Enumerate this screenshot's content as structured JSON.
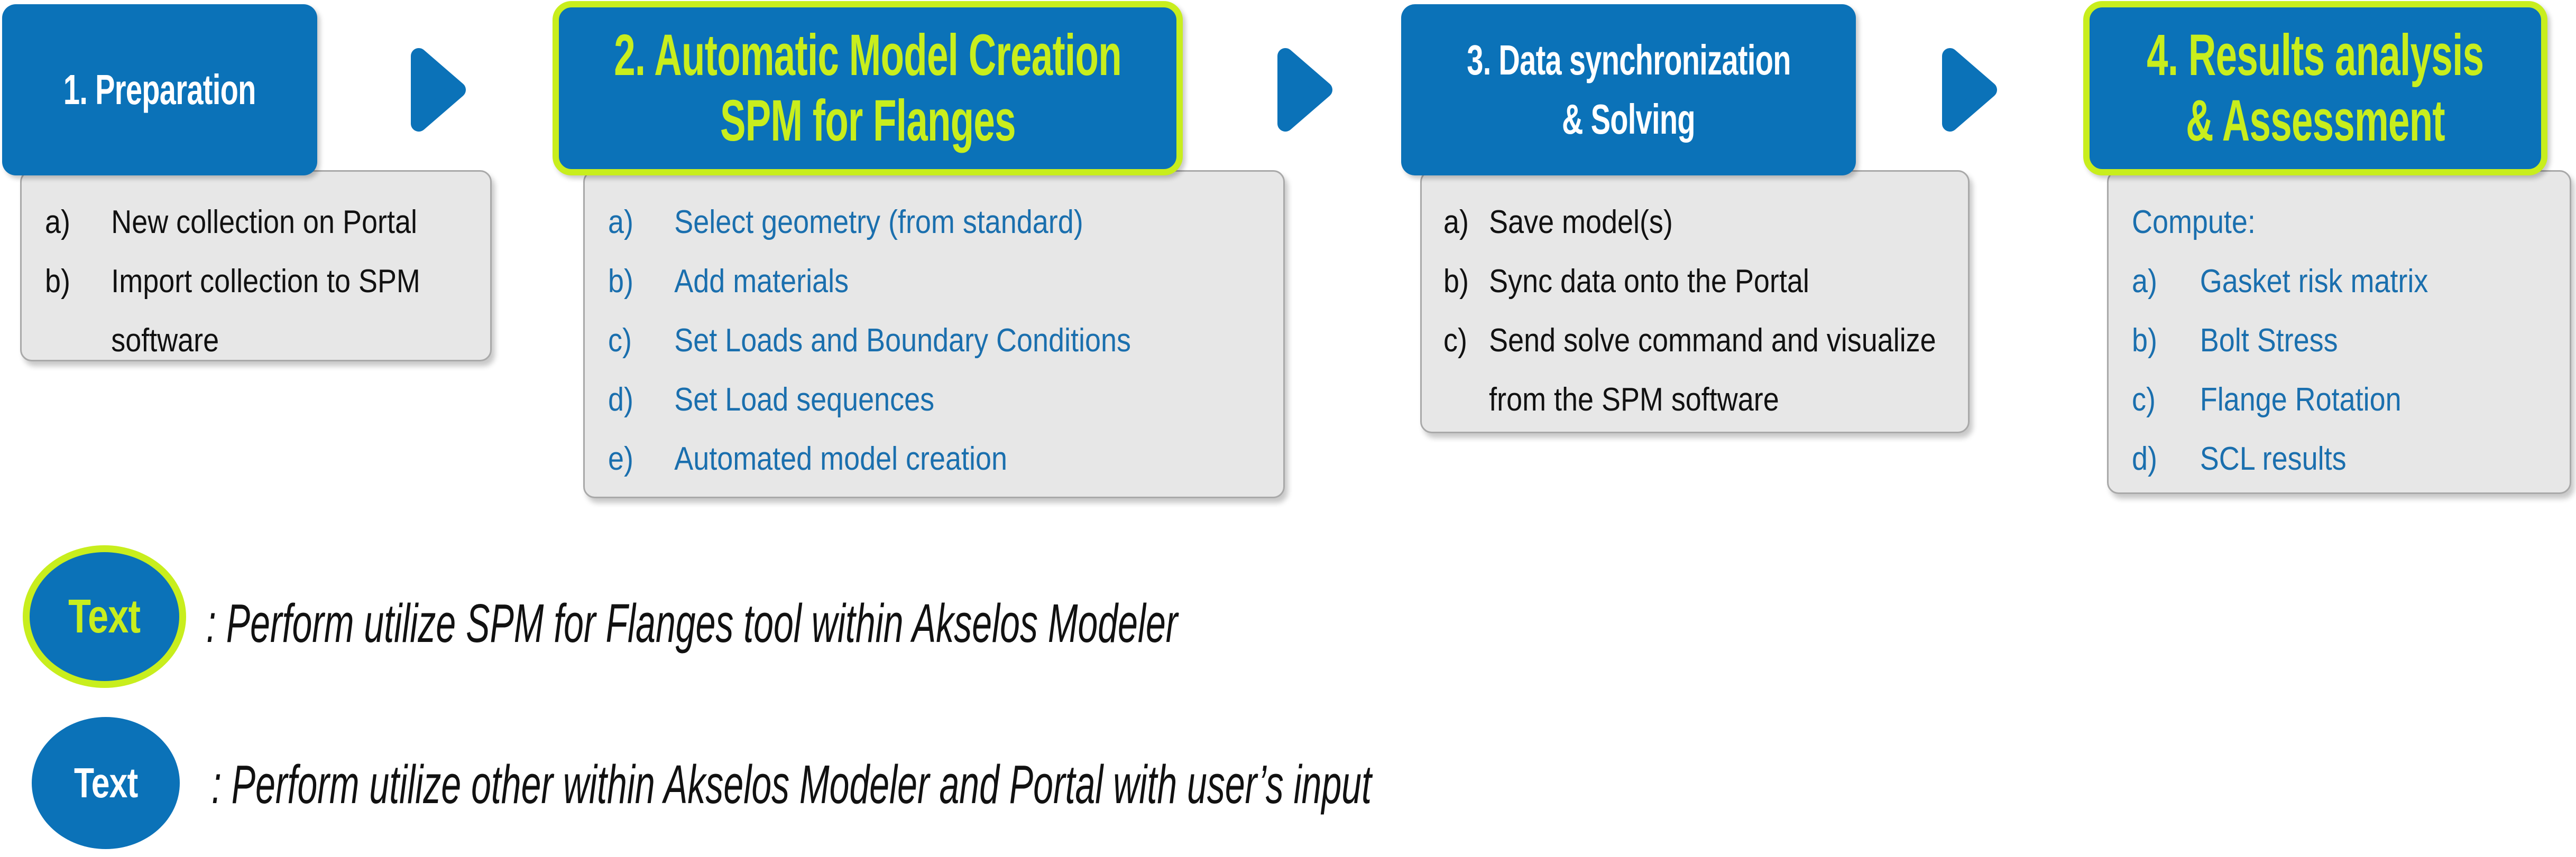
{
  "colors": {
    "blue": "#0b72b8",
    "chartreuse": "#c8ee1d",
    "panel_gray": "#e7e7e7",
    "panel_border": "#a9a9a9",
    "list_blue": "#1a6fae",
    "text_dark": "#111111"
  },
  "steps": [
    {
      "title_lines": [
        "1. Preparation"
      ],
      "highlighted": false,
      "items": [
        {
          "label": "a)",
          "text": "New collection on Portal"
        },
        {
          "label": "b)",
          "text": "Import collection to SPM software"
        }
      ]
    },
    {
      "title_lines": [
        "2. Automatic Model Creation",
        "SPM for Flanges"
      ],
      "highlighted": true,
      "items": [
        {
          "label": "a)",
          "text": "Select geometry (from standard)"
        },
        {
          "label": "b)",
          "text": "Add materials"
        },
        {
          "label": "c)",
          "text": "Set Loads and Boundary Conditions"
        },
        {
          "label": "d)",
          "text": "Set Load sequences"
        },
        {
          "label": "e)",
          "text": "Automated model creation"
        }
      ]
    },
    {
      "title_lines": [
        "3. Data synchronization",
        "& Solving"
      ],
      "highlighted": false,
      "items": [
        {
          "label": "a)",
          "text": "Save model(s)"
        },
        {
          "label": "b)",
          "text": "Sync data onto the Portal"
        },
        {
          "label": "c)",
          "text": "Send solve command and visualize from the SPM software"
        }
      ]
    },
    {
      "title_lines": [
        "4. Results analysis",
        "& Assessment"
      ],
      "highlighted": true,
      "intro": "Compute:",
      "items": [
        {
          "label": "a)",
          "text": "Gasket risk matrix"
        },
        {
          "label": "b)",
          "text": "Bolt Stress"
        },
        {
          "label": "c)",
          "text": "Flange Rotation"
        },
        {
          "label": "d)",
          "text": "SCL results"
        }
      ]
    }
  ],
  "legend": [
    {
      "badge": "Text",
      "highlighted": true,
      "description": ": Perform utilize SPM for Flanges tool within Akselos Modeler"
    },
    {
      "badge": "Text",
      "highlighted": false,
      "description": ": Perform utilize other within Akselos Modeler and Portal with user’s input"
    }
  ]
}
